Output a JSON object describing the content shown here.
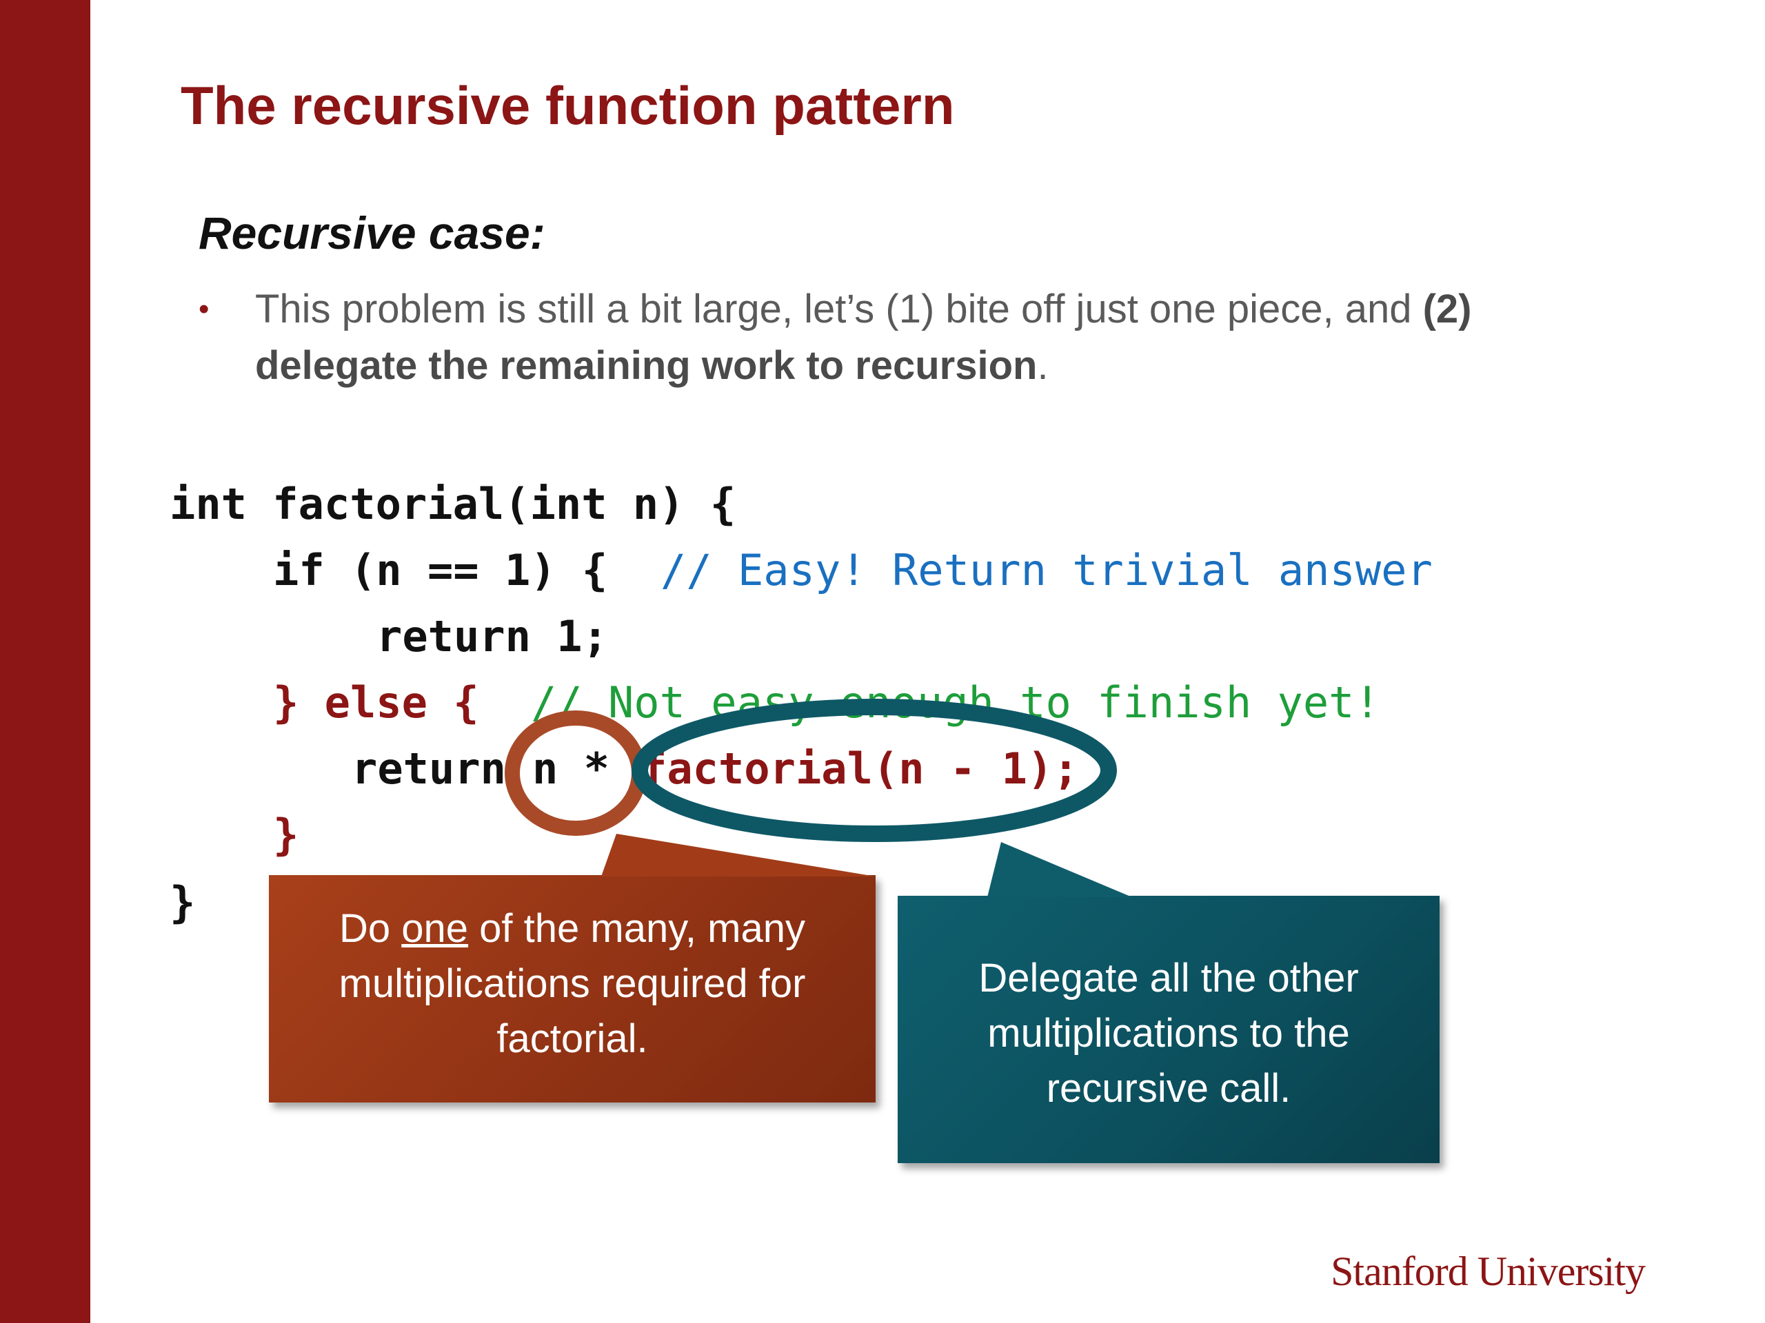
{
  "slide": {
    "title": "The recursive function pattern",
    "section_heading": "Recursive case:",
    "bullet": {
      "marker": "•",
      "text_part1": "This problem is still a bit large, let’s (1) bite off just one piece, and ",
      "text_bold": "(2) delegate the remaining work to recursion",
      "text_part2": "."
    }
  },
  "code": {
    "line1": "int factorial(int n) {",
    "line2_code": "if (n == 1) {",
    "line2_comment": "// Easy! Return trivial answer",
    "line3": "return 1;",
    "line4_code": "} else {",
    "line4_comment": "// Not easy enough to finish yet!",
    "line5_keyword": "return",
    "line5_op": "n *",
    "line5_call": "factorial(n - 1);",
    "line6": "}",
    "line7": "}"
  },
  "callouts": {
    "one": {
      "before": "Do ",
      "underlined": "one",
      "after": " of the many, many multiplications required for factorial."
    },
    "two": {
      "text": "Delegate all the other multiplications to the recursive call."
    }
  },
  "logo": {
    "text": "Stanford University"
  },
  "colors": {
    "brand_red": "#8c1515",
    "callout_one": "#9a3816",
    "callout_two": "#0c4f5d",
    "comment_blue": "#1a70c0",
    "comment_green": "#1e9e3a"
  }
}
